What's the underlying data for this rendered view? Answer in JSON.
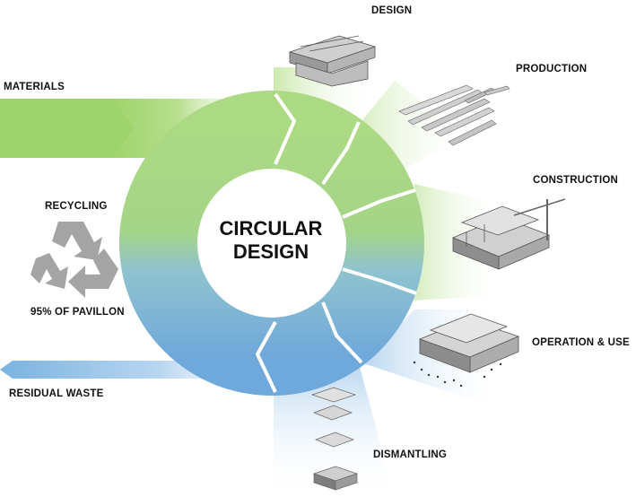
{
  "center": {
    "line1": "CIRCULAR",
    "line2": "DESIGN"
  },
  "stages": {
    "design": "DESIGN",
    "production": "PRODUCTION",
    "construction": "CONSTRUCTION",
    "operation": "OPERATION & USE",
    "dismantling": "DISMANTLING"
  },
  "inputs": {
    "materials": "MATERIALS"
  },
  "outputs": {
    "residual_waste": "RESIDUAL WASTE"
  },
  "recycling": {
    "title": "RECYCLING",
    "share": "95% OF PAVILLON"
  },
  "colors": {
    "green": "#a9d77f",
    "light_green": "#d4ecbc",
    "blue": "#7fb4de",
    "light_blue": "#c2dcf1",
    "recycle_gray": "#a4a4a4",
    "ring_divider": "#ffffff"
  },
  "icons": [
    "recycle-icon"
  ]
}
